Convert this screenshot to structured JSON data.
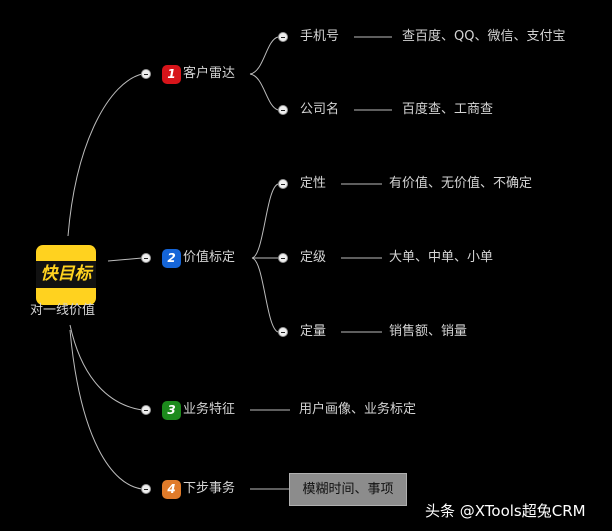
{
  "root": {
    "logo_text": "快目标",
    "label": "对一线价值"
  },
  "branches": [
    {
      "number": "1",
      "color": "#d7141a",
      "label": "客户雷达",
      "children": [
        {
          "label": "手机号",
          "detail": "查百度、QQ、微信、支付宝"
        },
        {
          "label": "公司名",
          "detail": "百度查、工商查"
        }
      ]
    },
    {
      "number": "2",
      "color": "#1565d8",
      "label": "价值标定",
      "children": [
        {
          "label": "定性",
          "detail": "有价值、无价值、不确定"
        },
        {
          "label": "定级",
          "detail": "大单、中单、小单"
        },
        {
          "label": "定量",
          "detail": "销售额、销量"
        }
      ]
    },
    {
      "number": "3",
      "color": "#1c8a1c",
      "label": "业务特征",
      "detail": "用户画像、业务标定"
    },
    {
      "number": "4",
      "color": "#e07b2a",
      "label": "下步事务",
      "detail": "模糊时间、事项"
    }
  ],
  "watermark": "头条 @XTools超兔CRM"
}
